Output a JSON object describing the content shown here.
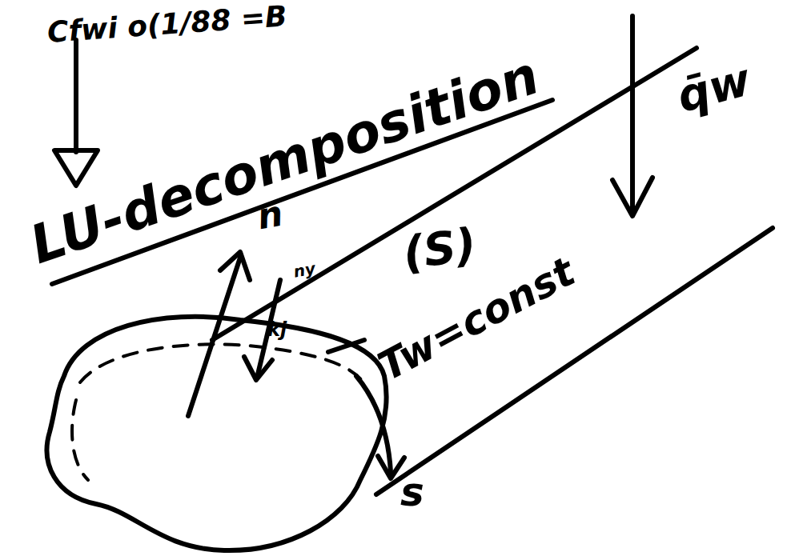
{
  "diagram": {
    "labels": [
      "Cfwi o(1/88 =B",
      "LU-decomposition",
      "q̄w",
      "(S)",
      "Tw=const",
      "n",
      "ny",
      "kj",
      "s"
    ]
  }
}
